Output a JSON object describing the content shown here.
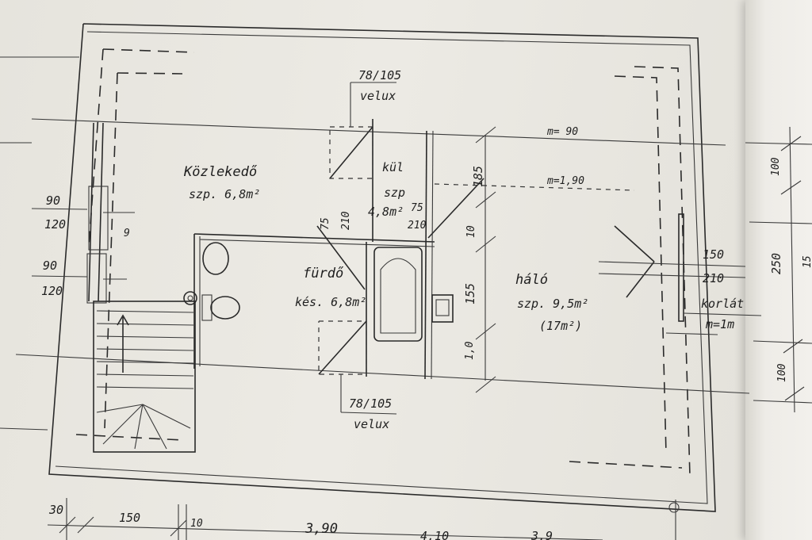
{
  "rooms": {
    "hallway": {
      "name": "Közlekedő",
      "area": "szp. 6,8m²"
    },
    "pantry": {
      "name": "kül",
      "area": "szp",
      "area2": "4,8m²"
    },
    "bathroom": {
      "name": "fürdő",
      "area": "kés. 6,8m²"
    },
    "bedroom": {
      "name": "háló",
      "area": "szp. 9,5m²",
      "area2": "(17m²)"
    }
  },
  "windows": {
    "top": {
      "size": "78/105",
      "type": "velux"
    },
    "bottom": {
      "size": "78/105",
      "type": "velux"
    }
  },
  "doors": {
    "left_upper": {
      "w": "90",
      "h": "120"
    },
    "left_lower": {
      "w": "90",
      "h": "120"
    },
    "right": {
      "w": "150",
      "h": "210"
    },
    "bath_door": {
      "w": "75",
      "h": "210"
    },
    "pantry_door": {
      "w": "75",
      "h": "210"
    }
  },
  "heights": {
    "top": "m= 90",
    "middle": "m=1,90"
  },
  "railing": {
    "label": "korlát",
    "height": "m=1m"
  },
  "dimensions": {
    "vertical_185": "185",
    "vertical_10": "10",
    "vertical_155": "155",
    "vertical_1_0": "1,0",
    "right_100_top": "100",
    "right_250": "250",
    "right_100_bottom": "100",
    "right_edge": "15"
  },
  "bottom_dims": {
    "d30": "30",
    "d150": "150",
    "d10": "10",
    "d390": "3,90",
    "d410": "4,10",
    "d390b": "3,9"
  },
  "misc_mark": "9"
}
